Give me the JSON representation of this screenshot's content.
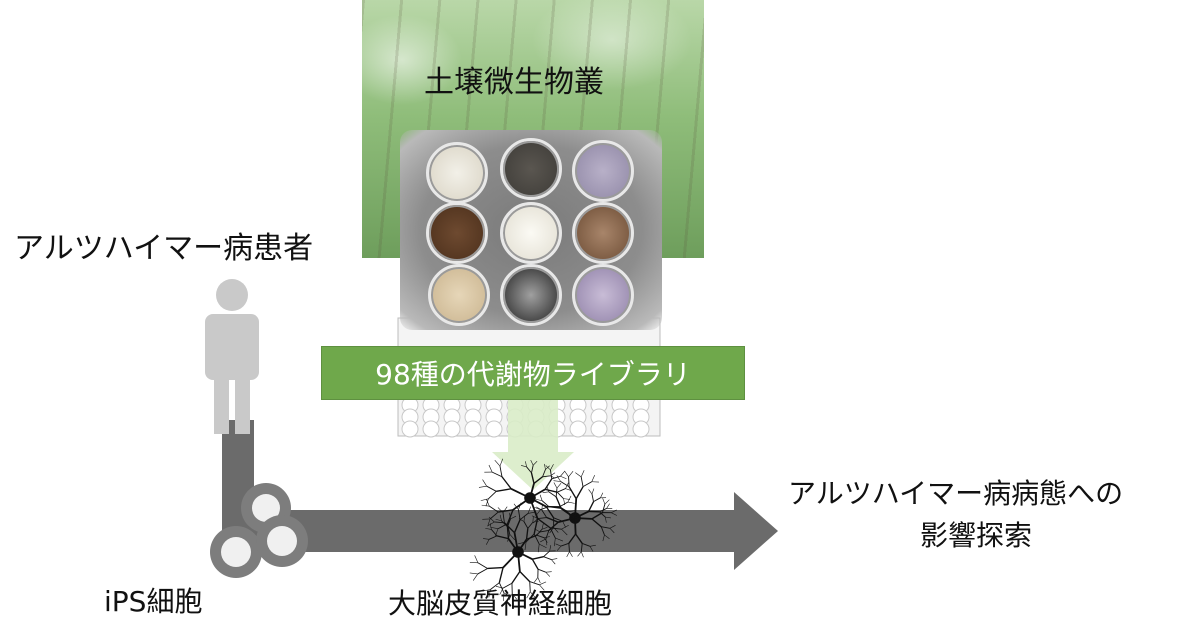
{
  "labels": {
    "soil_flora": "土壌微生物叢",
    "patient": "アルツハイマー病患者",
    "library": "98種の代謝物ライブラリ",
    "ips": "iPS細胞",
    "neurons": "大脳皮質神経細胞",
    "goal_line1": "アルツハイマー病病態への",
    "goal_line2": "影響探索"
  },
  "colors": {
    "library_banner": "#6fa84b",
    "arrow": "#6b6b6b",
    "person": "#c9c9c9",
    "cell": "#7d7d7d"
  },
  "icons": {
    "patient": "person-icon",
    "ips": "ips-cells-icon",
    "neurons": "neuron-icon",
    "plate": "well-plate-icon"
  }
}
